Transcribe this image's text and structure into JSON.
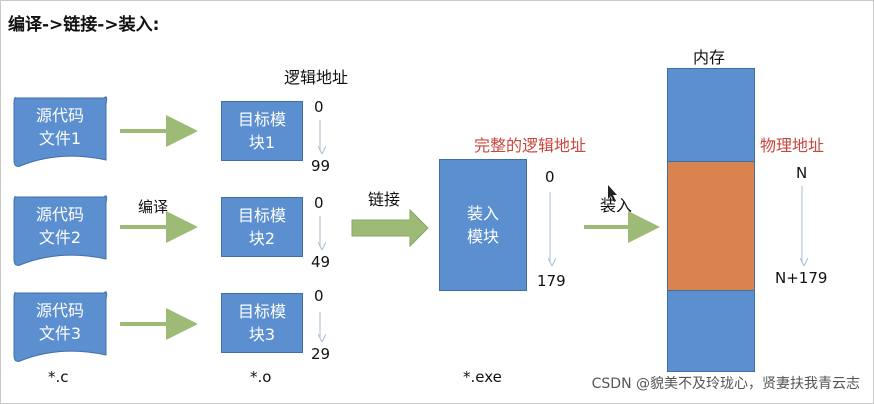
{
  "title": "编译->链接->装入:",
  "labels": {
    "logical_address": "逻辑地址",
    "complete_logical_address": "完整的逻辑地址",
    "memory": "内存",
    "physical_address": "物理地址",
    "compile": "编译",
    "link": "链接",
    "load": "装入"
  },
  "source_files": [
    {
      "line1": "源代码",
      "line2": "文件1"
    },
    {
      "line1": "源代码",
      "line2": "文件2"
    },
    {
      "line1": "源代码",
      "line2": "文件3"
    }
  ],
  "object_modules": [
    {
      "line1": "目标模",
      "line2": "块1",
      "start": "0",
      "end": "99"
    },
    {
      "line1": "目标模",
      "line2": "块2",
      "start": "0",
      "end": "49"
    },
    {
      "line1": "目标模",
      "line2": "块3",
      "start": "0",
      "end": "29"
    }
  ],
  "load_module": {
    "line1": "装入",
    "line2": "模块",
    "start": "0",
    "end": "179"
  },
  "physical": {
    "start": "N",
    "end": "N+179"
  },
  "extensions": {
    "c": "*.c",
    "o": "*.o",
    "exe": "*.exe"
  },
  "watermark": "CSDN @貌美不及玲珑心，贤妻扶我青云志",
  "colors": {
    "box_blue": "#5b8fcf",
    "memory_orange": "#d9834f",
    "arrow_green": "#9dbb76",
    "red_label": "#c9463d"
  }
}
